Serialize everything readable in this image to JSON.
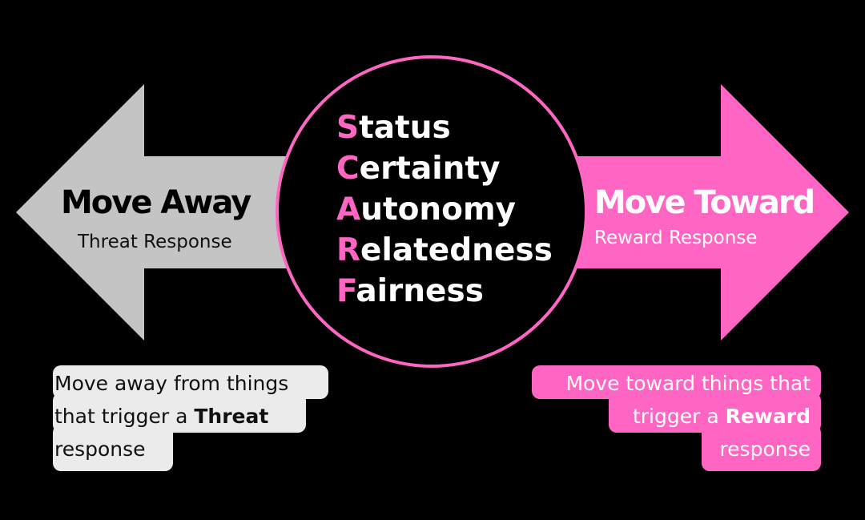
{
  "colors": {
    "background": "#000000",
    "away_gray": "#c4c4c4",
    "note_gray": "#ebebeb",
    "toward_pink": "#ff66c4",
    "circle_ring": "#ff66c4"
  },
  "left": {
    "title": "Move Away",
    "subtitle": "Threat Response",
    "note": {
      "line1": "Move away from things",
      "line2_prefix": "that trigger a ",
      "line2_bold": "Threat",
      "line3": "response"
    }
  },
  "right": {
    "title": "Move Toward",
    "subtitle": "Reward Response",
    "note": {
      "line1": "Move toward things that",
      "line2_prefix": "trigger a ",
      "line2_bold": "Reward",
      "line3": "response"
    }
  },
  "scarf": [
    {
      "initial": "S",
      "rest": "tatus"
    },
    {
      "initial": "C",
      "rest": "ertainty"
    },
    {
      "initial": "A",
      "rest": "utonomy"
    },
    {
      "initial": "R",
      "rest": "elatedness"
    },
    {
      "initial": "F",
      "rest": "airness"
    }
  ]
}
